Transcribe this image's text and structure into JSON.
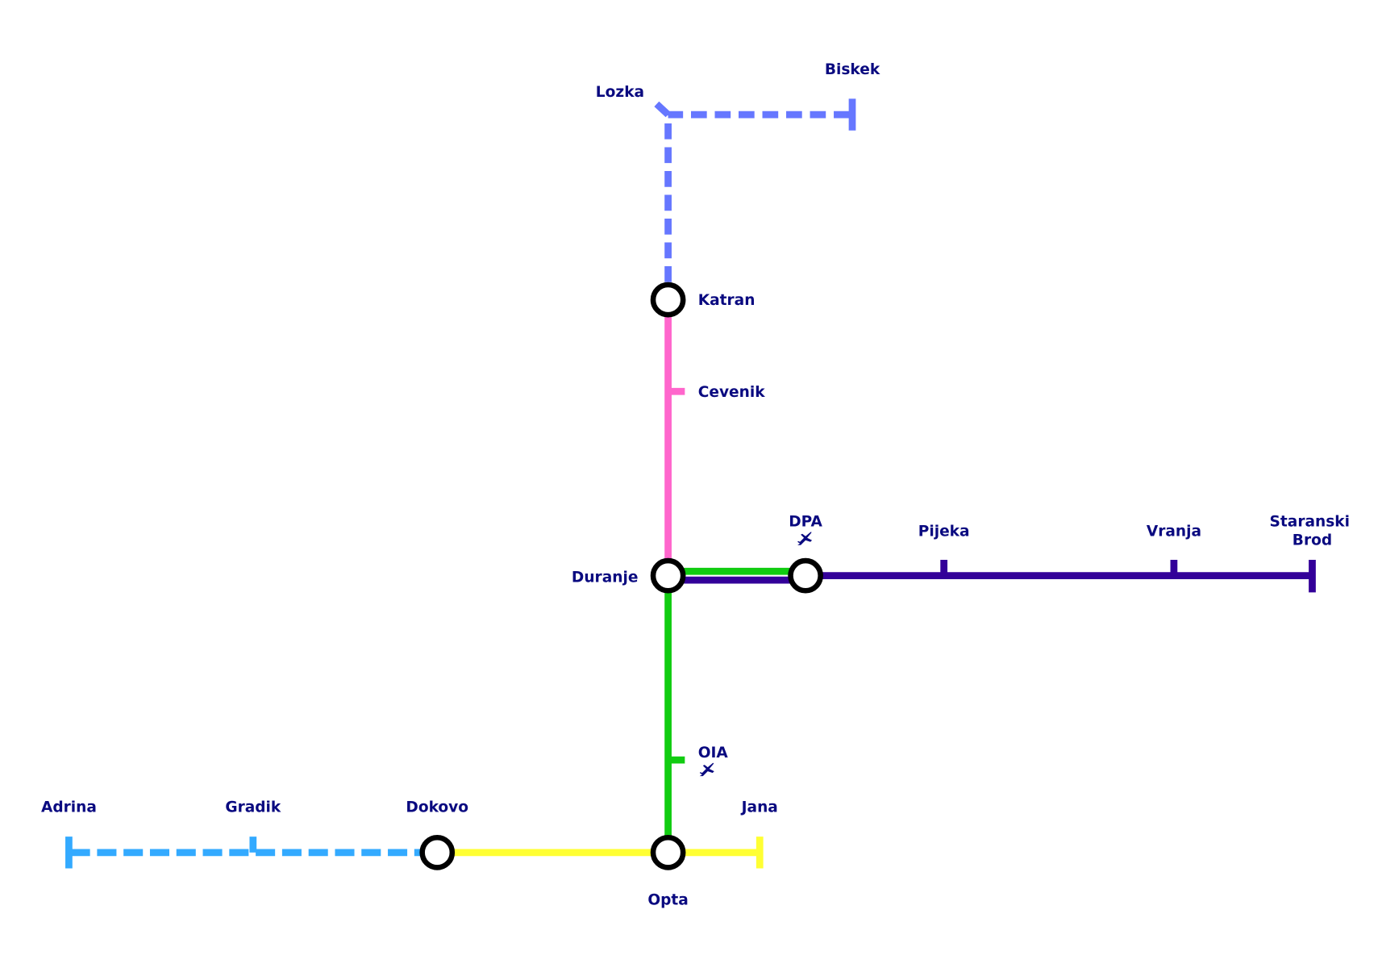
{
  "colors": {
    "pink_line": "#ff66cc",
    "green_line": "#11cc11",
    "purple_line": "#330099",
    "yellow_line": "#ffff33",
    "lightblue_dashed_line": "#33aaff",
    "blue_dashed_line": "#6677ff",
    "label": "#0a0a80"
  },
  "stations": {
    "lozka": "Lozka",
    "biskek": "Biskek",
    "katran": "Katran",
    "cevenik": "Cevenik",
    "duranje": "Duranje",
    "dpa": "DPA",
    "pijeka": "Pijeka",
    "vranja": "Vranja",
    "staranski_1": "Staranski",
    "staranski_2": "Brod",
    "oia": "OIA",
    "adrina": "Adrina",
    "gradik": "Gradik",
    "dokovo": "Dokovo",
    "jana": "Jana",
    "opta": "Opta"
  },
  "icons": {
    "airport": "airplane-icon"
  }
}
